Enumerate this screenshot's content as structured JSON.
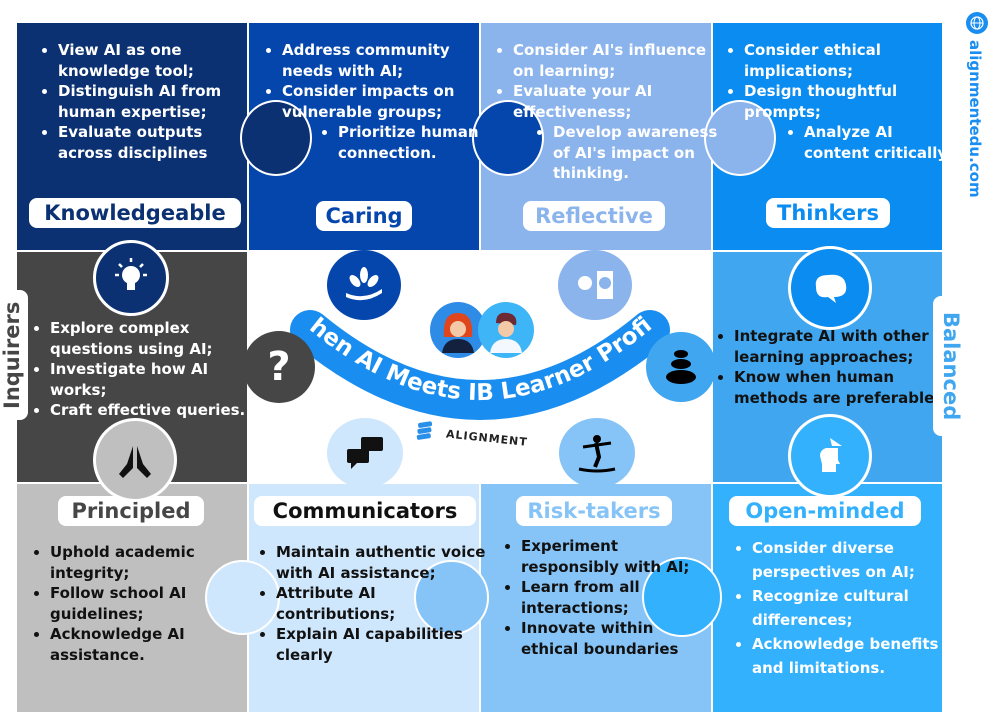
{
  "title": "When AI Meets IB Learner Profile",
  "brand": "ALIGNMENT",
  "website": "alignmentedu.com",
  "colors": {
    "accent": "#1a8ef0",
    "knowledgeable": "#0b3172",
    "caring": "#0546ad",
    "reflective": "#8cb4ec",
    "thinkers": "#0a8cf0",
    "inquirers": "#464646",
    "balanced": "#3fa6ef",
    "principled": "#bfbfbf",
    "communicators": "#cfe7fd",
    "risk_takers": "#86c4f7",
    "open_minded": "#33b1fc"
  },
  "attributes": {
    "knowledgeable": {
      "label": "Knowledgeable",
      "icon": "lightbulb-icon",
      "points": [
        "View AI as one knowledge tool;",
        "Distinguish AI from human expertise;",
        "Evaluate outputs across disciplines"
      ]
    },
    "caring": {
      "label": "Caring",
      "icon": "hand-plant-icon",
      "points": [
        "Address community needs with AI;",
        "Consider impacts on vulnerable groups;",
        "Prioritize human connection."
      ]
    },
    "reflective": {
      "label": "Reflective",
      "icon": "mirror-head-icon",
      "points": [
        "Consider AI's influence on learning;",
        "Evaluate your AI effectiveness;",
        "Develop awareness of AI's impact on thinking."
      ]
    },
    "thinkers": {
      "label": "Thinkers",
      "icon": "brain-icon",
      "points": [
        "Consider ethical implications;",
        "Design thoughtful prompts;",
        "Analyze AI content critically."
      ]
    },
    "inquirers": {
      "label": "Inquirers",
      "icon": "question-icon",
      "points": [
        "Explore complex questions using AI;",
        "Investigate how AI works;",
        "Craft effective queries."
      ]
    },
    "balanced": {
      "label": "Balanced",
      "icon": "stacked-stones-icon",
      "points": [
        "Integrate AI with other learning approaches;",
        "Know when human methods are preferable."
      ]
    },
    "principled": {
      "label": "Principled",
      "icon": "praying-hands-icon",
      "points": [
        "Uphold academic integrity;",
        "Follow school AI guidelines;",
        "Acknowledge AI assistance."
      ]
    },
    "communicators": {
      "label": "Communicators",
      "icon": "chat-bubbles-icon",
      "points": [
        "Maintain authentic voice with AI assistance;",
        "Attribute AI contributions;",
        "Explain AI capabilities clearly"
      ]
    },
    "risk_takers": {
      "label": "Risk-takers",
      "icon": "balance-board-icon",
      "points": [
        "Experiment responsibly with AI;",
        "Learn from all interactions;",
        "Innovate within ethical boundaries"
      ]
    },
    "open_minded": {
      "label": "Open-minded",
      "icon": "open-head-icon",
      "points": [
        "Consider diverse perspectives on AI;",
        "Recognize cultural differences;",
        "Acknowledge benefits and limitations."
      ]
    }
  }
}
